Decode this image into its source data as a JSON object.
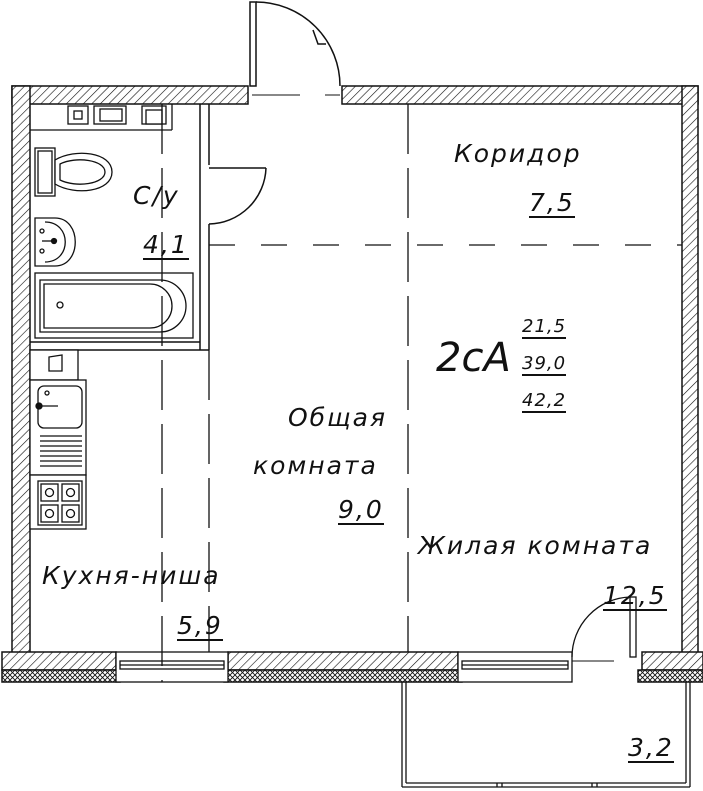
{
  "plan": {
    "apartment_code": "2сА",
    "areas": {
      "living": "21,5",
      "total": "39,0",
      "total_with_balcony": "42,2"
    },
    "rooms": [
      {
        "id": "bathroom",
        "name": "С/у",
        "area": "4,1"
      },
      {
        "id": "corridor",
        "name": "Коридор",
        "area": "7,5"
      },
      {
        "id": "common-room",
        "name_line1": "Общая",
        "name_line2": "комната",
        "area": "9,0"
      },
      {
        "id": "living-room",
        "name": "Жилая комната",
        "area": "12,5"
      },
      {
        "id": "kitchen-niche",
        "name": "Кухня-ниша",
        "area": "5,9"
      },
      {
        "id": "balcony",
        "area": "3,2"
      }
    ],
    "colors": {
      "line": "#111111",
      "background": "#ffffff"
    }
  }
}
